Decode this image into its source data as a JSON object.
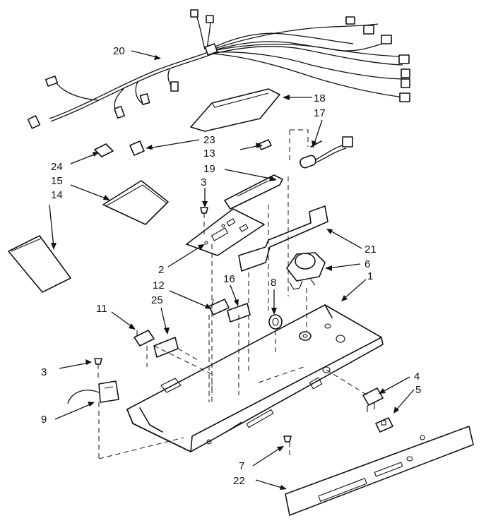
{
  "callouts": [
    {
      "id": "c20",
      "text": "20"
    },
    {
      "id": "c18",
      "text": "18"
    },
    {
      "id": "c17",
      "text": "17"
    },
    {
      "id": "c23",
      "text": "23"
    },
    {
      "id": "c13",
      "text": "13"
    },
    {
      "id": "c24",
      "text": "24"
    },
    {
      "id": "c19",
      "text": "19"
    },
    {
      "id": "c15",
      "text": "15"
    },
    {
      "id": "c3a",
      "text": "3"
    },
    {
      "id": "c14",
      "text": "14"
    },
    {
      "id": "c21",
      "text": "21"
    },
    {
      "id": "c6",
      "text": "6"
    },
    {
      "id": "c2",
      "text": "2"
    },
    {
      "id": "c1",
      "text": "1"
    },
    {
      "id": "c12",
      "text": "12"
    },
    {
      "id": "c16",
      "text": "16"
    },
    {
      "id": "c8",
      "text": "8"
    },
    {
      "id": "c25",
      "text": "25"
    },
    {
      "id": "c11",
      "text": "11"
    },
    {
      "id": "c3b",
      "text": "3"
    },
    {
      "id": "c4",
      "text": "4"
    },
    {
      "id": "c5",
      "text": "5"
    },
    {
      "id": "c9",
      "text": "9"
    },
    {
      "id": "c7",
      "text": "7"
    },
    {
      "id": "c22",
      "text": "22"
    }
  ]
}
